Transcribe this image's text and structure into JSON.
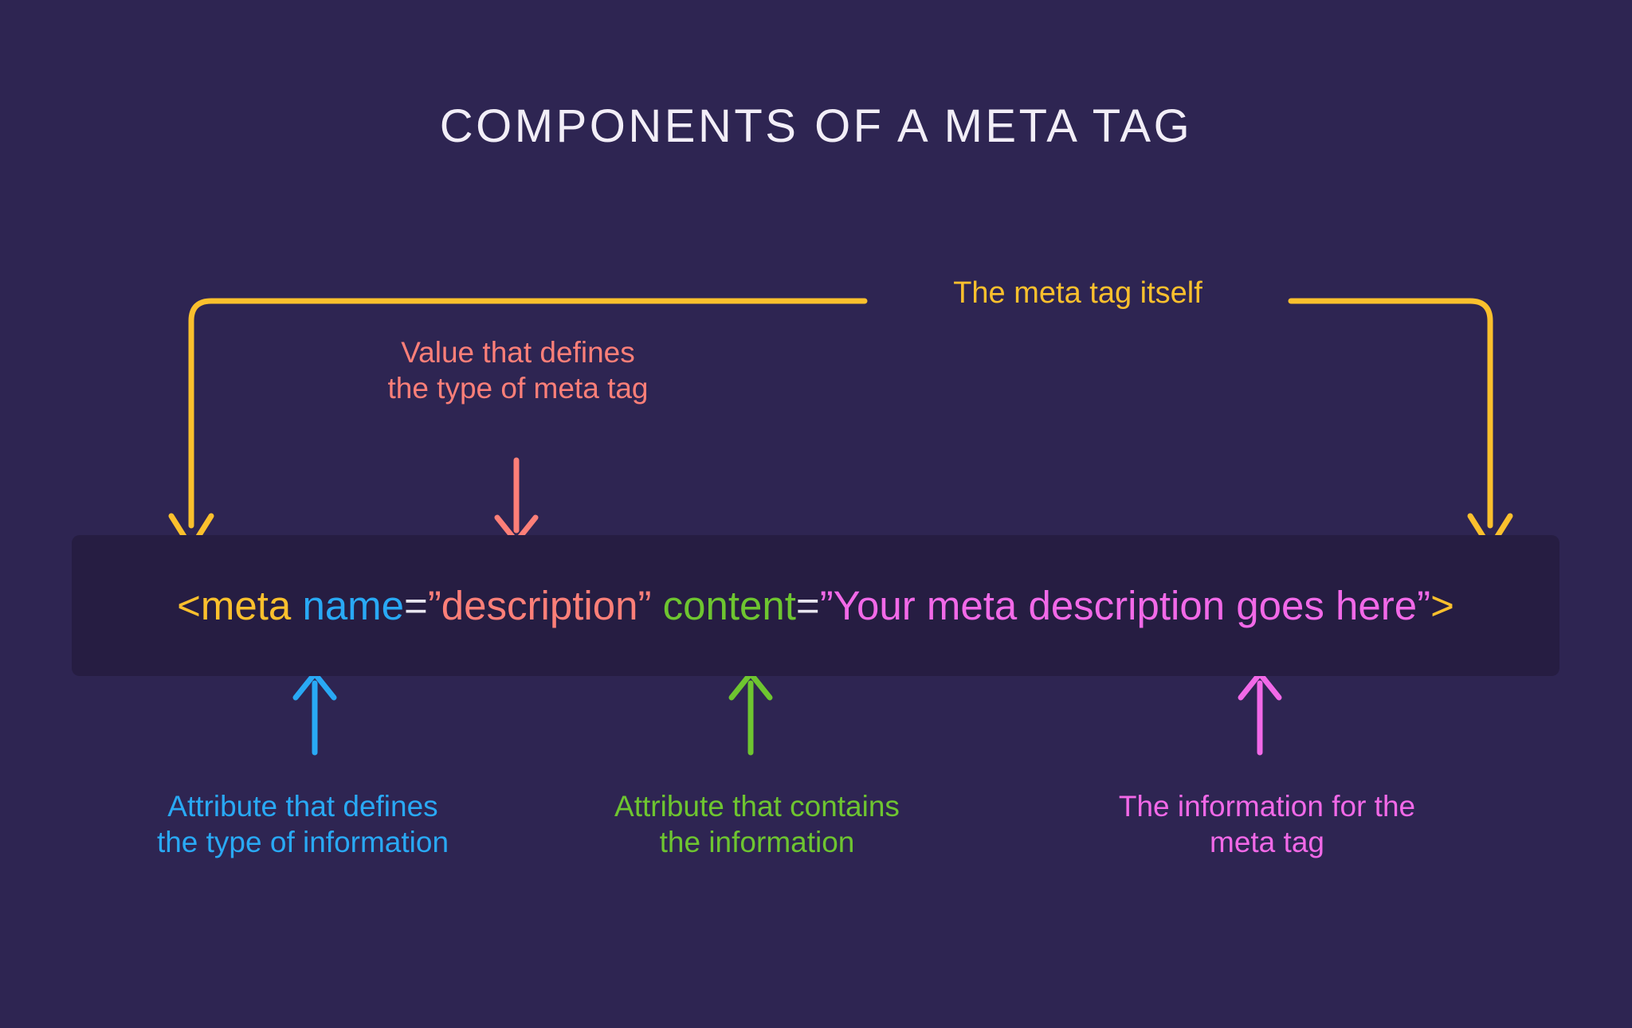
{
  "page": {
    "title": "COMPONENTS OF A META TAG",
    "background_color": "#2e2552",
    "title_color": "#f2eef7"
  },
  "code": {
    "full_text": "<meta name=\"description\" content=\"Your meta description goes here\">",
    "background_color": "#261d42",
    "tokens": [
      {
        "text": "<meta ",
        "color": "#fbc02d",
        "name": "tag-open"
      },
      {
        "text": "name",
        "color": "#29a9f5",
        "name": "attribute-name"
      },
      {
        "text": "=",
        "color": "#e8e6f0",
        "name": "equals-1"
      },
      {
        "text": "”description”",
        "color": "#fd7f78",
        "name": "attribute-value"
      },
      {
        "text": " ",
        "color": "#e8e6f0",
        "name": "space"
      },
      {
        "text": "content",
        "color": "#6ec530",
        "name": "attribute-content"
      },
      {
        "text": "=",
        "color": "#e8e6f0",
        "name": "equals-2"
      },
      {
        "text": "”Your meta description goes here”",
        "color": "#f269e8",
        "name": "content-value"
      },
      {
        "text": ">",
        "color": "#fbc02d",
        "name": "tag-close"
      }
    ]
  },
  "annotations": [
    {
      "id": "meta-tag-itself",
      "text": "The meta tag itself",
      "color": "#fbc02d",
      "connector": "yellow-bracket"
    },
    {
      "id": "value-type",
      "text": "Value that defines\nthe type of meta tag",
      "color": "#fd7f78",
      "connector": "salmon-down-arrow"
    },
    {
      "id": "attribute-type",
      "text": "Attribute that defines\nthe type of information",
      "color": "#29a9f5",
      "connector": "blue-up-arrow"
    },
    {
      "id": "attribute-contains",
      "text": "Attribute that contains\nthe information",
      "color": "#6ec530",
      "connector": "green-up-arrow"
    },
    {
      "id": "information-for-meta-tag",
      "text": "The information for the\nmeta tag",
      "color": "#f269e8",
      "connector": "magenta-up-arrow"
    }
  ]
}
